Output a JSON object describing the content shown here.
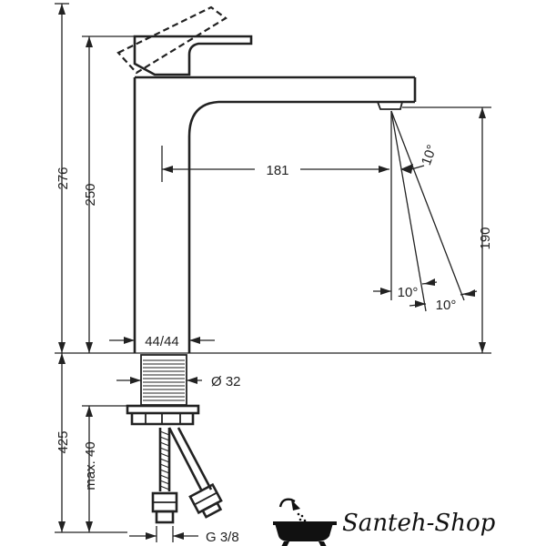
{
  "dimensions": {
    "total_height": "276",
    "spout_height": "250",
    "projection": "181",
    "outlet_height": "190",
    "spray_angle_top": "10°",
    "spray_angle_mid": "10°",
    "spray_angle_outer": "10°",
    "base_size": "44/44",
    "shank_diameter": "Ø 32",
    "hose_length": "425",
    "max_counter": "max. 40",
    "connection": "G 3/8"
  },
  "brand": {
    "name": "Santeh-Shop"
  },
  "icons": {
    "logo": "bathtub-shower-icon"
  }
}
